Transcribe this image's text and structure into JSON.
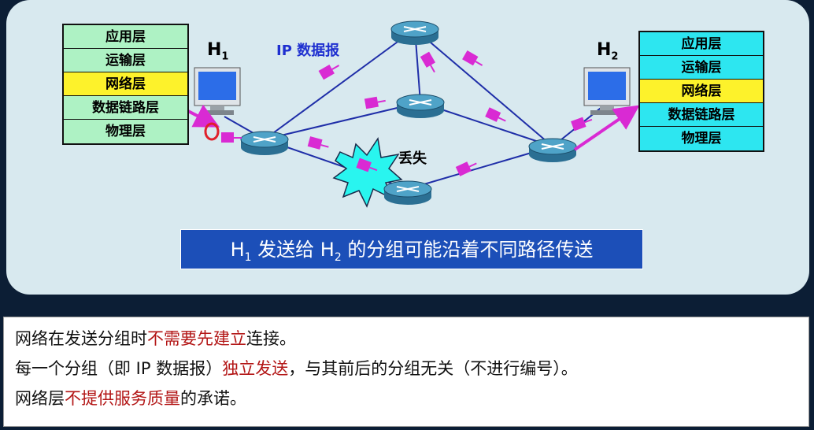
{
  "h1_stack": [
    "应用层",
    "运输层",
    "网络层",
    "数据链路层",
    "物理层"
  ],
  "h2_stack": [
    "应用层",
    "运输层",
    "网络层",
    "数据链路层",
    "物理层"
  ],
  "highlight_layer": "网络层",
  "h1_label": {
    "base": "H",
    "sub": "1"
  },
  "h2_label": {
    "base": "H",
    "sub": "2"
  },
  "ip_label": "IP 数据报",
  "lost_label": "丢失",
  "caption": {
    "p1": "H",
    "s1": "1",
    "p2": " 发送给 H",
    "s2": "2",
    "p3": " 的分组可能沿着不同路径传送"
  },
  "notes": [
    {
      "a": "网络在发送分组时",
      "b": "不需要先建立",
      "c": "连接。"
    },
    {
      "a": "每一个分组（即 IP 数据报）",
      "b": "独立发送",
      "c": "，与其前后的分组无关（不进行编号）。"
    },
    {
      "a": "网络层",
      "b": "不提供服务质量",
      "c": "的承诺。"
    }
  ],
  "colors": {
    "panel": "#d8e9ef",
    "packet": "#d92ad3",
    "link": "#1f2ea8",
    "caption_bg": "#1c4fb8",
    "emphasis": "#b31616"
  }
}
